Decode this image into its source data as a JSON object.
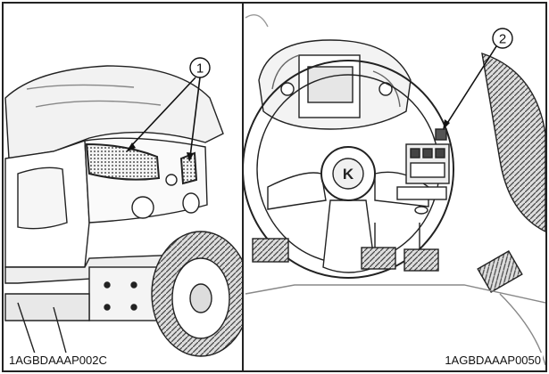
{
  "figure": {
    "left_panel": {
      "code": "1AGBDAAAP002C",
      "callout": "1"
    },
    "right_panel": {
      "code": "1AGBDAAAP0050",
      "callout": "2",
      "steering_logo": "K"
    }
  }
}
